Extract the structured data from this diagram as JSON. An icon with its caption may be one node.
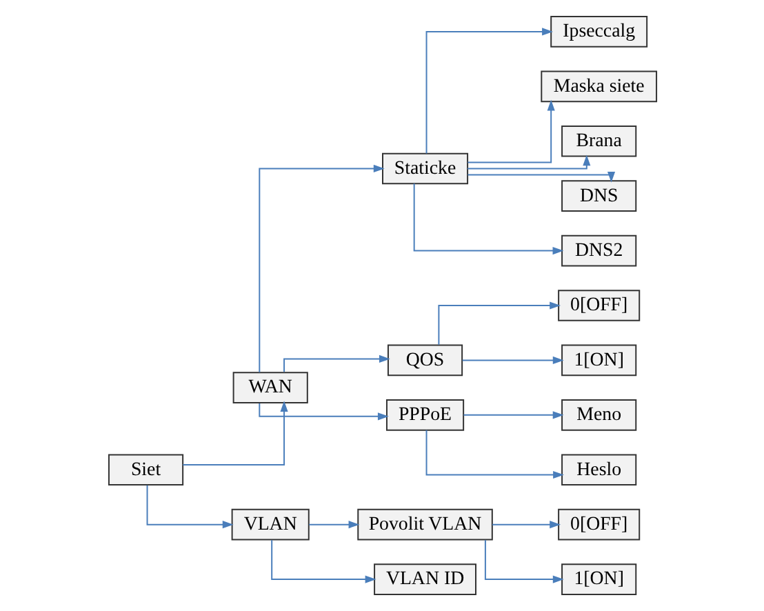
{
  "diagram": {
    "nodes": [
      {
        "text": [
          "Siet"
        ]
      },
      {
        "text": [
          "WAN"
        ]
      },
      {
        "text": [
          "VLAN"
        ]
      },
      {
        "text": [
          "Staticke"
        ]
      },
      {
        "text": [
          "QOS"
        ]
      },
      {
        "text": [
          "PPPoE"
        ]
      },
      {
        "text": [
          "Ipseccalg"
        ]
      },
      {
        "text": [
          "Maska siete"
        ]
      },
      {
        "text": [
          "Brana"
        ]
      },
      {
        "text": [
          "DNS"
        ]
      },
      {
        "text": [
          "DNS2"
        ]
      },
      {
        "text": [
          "0[OFF]"
        ]
      },
      {
        "text": [
          "1[ON]"
        ]
      },
      {
        "text": [
          "Meno"
        ]
      },
      {
        "text": [
          "Heslo"
        ]
      },
      {
        "text": [
          "Povolit VLAN"
        ]
      },
      {
        "text": [
          "VLAN ID"
        ]
      },
      {
        "text": [
          "0[OFF]"
        ]
      },
      {
        "text": [
          "1[ON]"
        ]
      }
    ],
    "edges": [
      {
        "from": 0,
        "to": 1,
        "arrow": "to"
      },
      {
        "from": 0,
        "to": 2,
        "arrow": "to"
      },
      {
        "from": 1,
        "to": 3,
        "arrow": "to"
      },
      {
        "from": 1,
        "to": 4,
        "arrow": "to"
      },
      {
        "from": 1,
        "to": 5,
        "arrow": "to"
      },
      {
        "from": 3,
        "to": 6,
        "arrow": "to"
      },
      {
        "from": 3,
        "to": 7,
        "arrow": "to"
      },
      {
        "from": 3,
        "to": 8,
        "arrow": "to"
      },
      {
        "from": 3,
        "to": 9,
        "arrow": "to"
      },
      {
        "from": 3,
        "to": 10,
        "arrow": "to"
      },
      {
        "from": 4,
        "to": 11,
        "arrow": "to"
      },
      {
        "from": 4,
        "to": 12,
        "arrow": "to"
      },
      {
        "from": 5,
        "to": 13,
        "arrow": "to"
      },
      {
        "from": 5,
        "to": 14,
        "arrow": "to"
      },
      {
        "from": 2,
        "to": 15,
        "arrow": "to"
      },
      {
        "from": 2,
        "to": 16,
        "arrow": "to"
      },
      {
        "from": 15,
        "to": 17,
        "arrow": "to"
      },
      {
        "from": 15,
        "to": 18,
        "arrow": "to"
      }
    ]
  }
}
